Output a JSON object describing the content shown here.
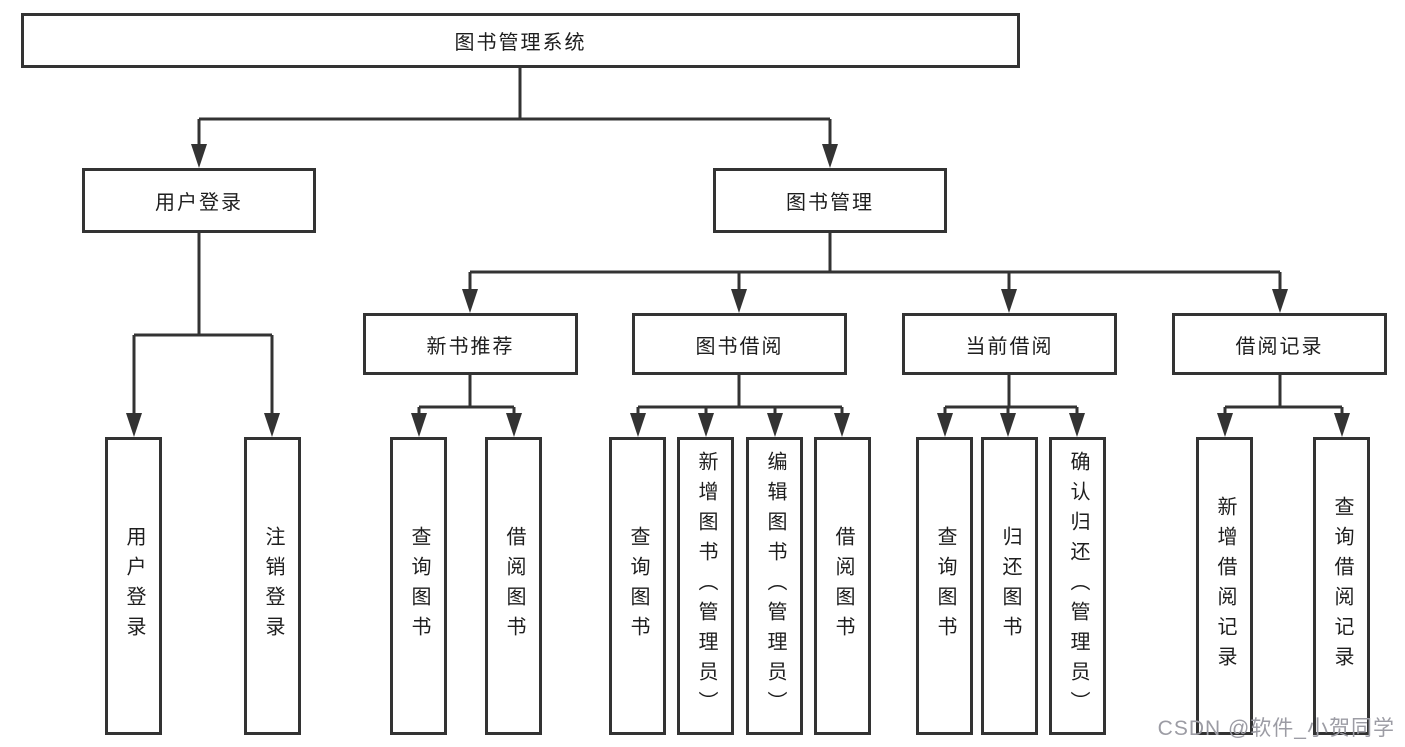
{
  "tree": {
    "label": "图书管理系统",
    "children": [
      {
        "label": "用户登录",
        "children": [
          {
            "label": "用户登录"
          },
          {
            "label": "注销登录"
          }
        ]
      },
      {
        "label": "图书管理",
        "children": [
          {
            "label": "新书推荐",
            "children": [
              {
                "label": "查询图书"
              },
              {
                "label": "借阅图书"
              }
            ]
          },
          {
            "label": "图书借阅",
            "children": [
              {
                "label": "查询图书"
              },
              {
                "label": "新增图书（管理员）"
              },
              {
                "label": "编辑图书（管理员）"
              },
              {
                "label": "借阅图书"
              }
            ]
          },
          {
            "label": "当前借阅",
            "children": [
              {
                "label": "查询图书"
              },
              {
                "label": "归还图书"
              },
              {
                "label": "确认归还（管理员）"
              }
            ]
          },
          {
            "label": "借阅记录",
            "children": [
              {
                "label": "新增借阅记录"
              },
              {
                "label": "查询借阅记录"
              }
            ]
          }
        ]
      }
    ]
  },
  "watermark": {
    "text": "CSDN @软件_小贺同学"
  },
  "colors": {
    "line": "#333333",
    "text": "#1e1e1e",
    "watermark": "#9c9ca4",
    "background": "#ffffff"
  }
}
